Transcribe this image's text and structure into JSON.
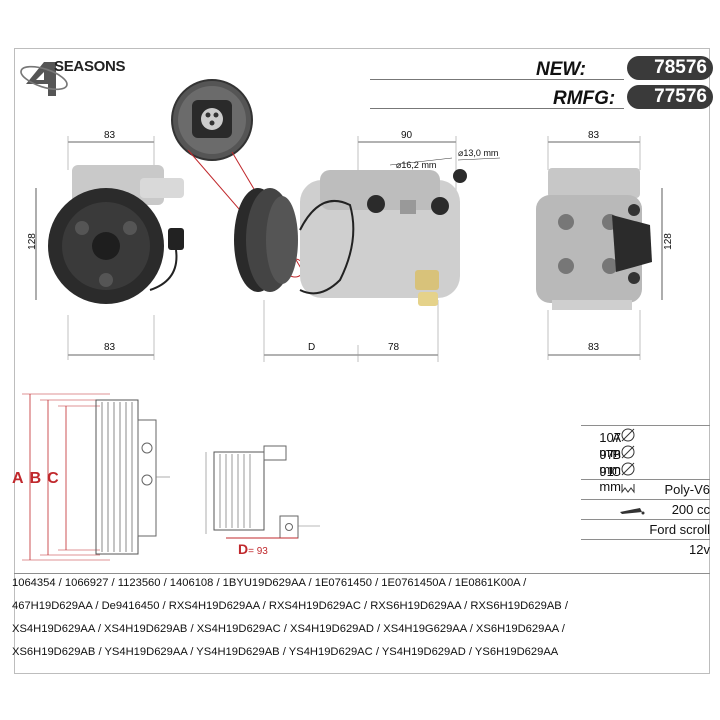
{
  "brand": {
    "name": "SEASONS",
    "numeral": "4"
  },
  "header": {
    "new_label": "NEW:",
    "new_value": "78576",
    "rmfg_label": "RMFG:",
    "rmfg_value": "77576"
  },
  "dimensions": {
    "front_top": "83",
    "front_side": "128",
    "front_bottom": "83",
    "side_top": "90",
    "hole_1": "16,2 mm",
    "hole_2": "13,0 mm",
    "side_bottom_d": "D",
    "side_bottom_78": "78",
    "back_top": "83",
    "back_side": "128",
    "back_bottom": "83"
  },
  "pulley_letters": {
    "a": "A",
    "b": "B",
    "c": "C"
  },
  "d_label": {
    "letter": "D",
    "eq": "= 93"
  },
  "specs": [
    {
      "prefix": "A",
      "value": "107 mm"
    },
    {
      "prefix": "B",
      "value": "97   mm"
    },
    {
      "prefix": "C",
      "value": "91   mm"
    }
  ],
  "spec_rows": {
    "belt": "Poly-V6",
    "volume": "200 cc",
    "type": "Ford scroll",
    "voltage": "12v"
  },
  "references": [
    "1064354 / 1066927 / 1123560 / 1406108 / 1BYU19D629AA / 1E0761450 / 1E0761450A / 1E0861K00A /",
    "467H19D629AA / De9416450 / RXS4H19D629AA / RXS4H19D629AC / RXS6H19D629AA / RXS6H19D629AB /",
    "XS4H19D629AA / XS4H19D629AB / XS4H19D629AC / XS4H19D629AD / XS4H19G629AA / XS6H19D629AA /",
    "XS6H19D629AB / YS4H19D629AA / YS4H19D629AB / YS4H19D629AC / YS4H19D629AD / YS6H19D629AA"
  ],
  "colors": {
    "accent_red": "#c0282c",
    "pill_bg": "#3a3a3a"
  }
}
